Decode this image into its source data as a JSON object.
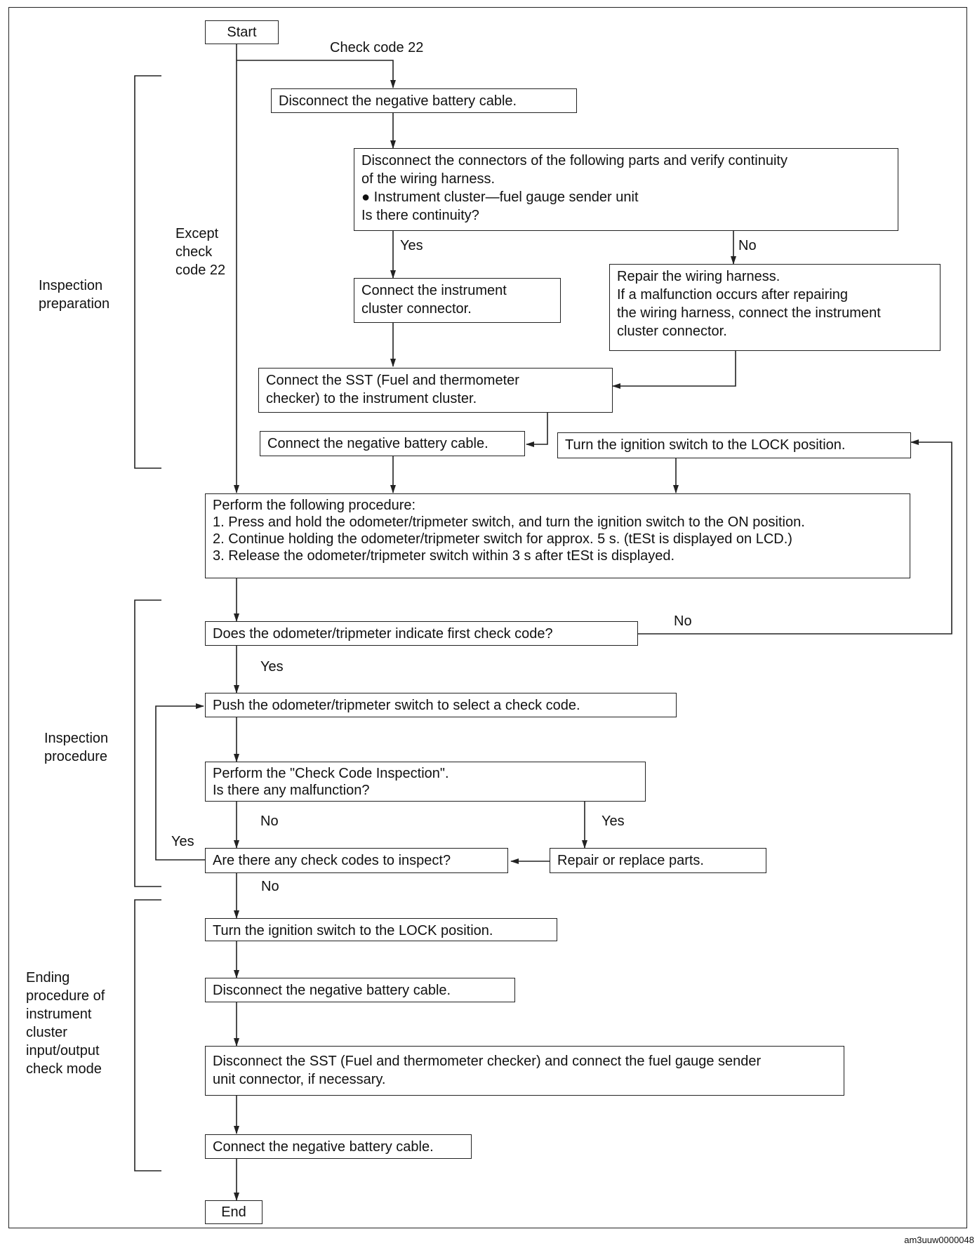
{
  "nodes": {
    "start": "Start",
    "check_code_22": "Check code 22",
    "disconnect_neg_1": "Disconnect the negative battery cable.",
    "continuity_check": [
      "Disconnect the connectors of the following parts and verify continuity",
      "of the wiring harness.",
      "● Instrument cluster—fuel gauge sender unit",
      "Is there continuity?"
    ],
    "connect_cluster": [
      "Connect the instrument",
      "cluster connector."
    ],
    "repair_harness": [
      "Repair the wiring harness.",
      "If a malfunction occurs after repairing",
      "the wiring harness, connect the instrument",
      "cluster connector."
    ],
    "connect_sst": [
      "Connect the SST (Fuel and thermometer",
      "checker) to the instrument cluster."
    ],
    "connect_neg_1": "Connect the negative battery cable.",
    "turn_lock_1": "Turn the ignition switch to the LOCK position.",
    "procedure": [
      "Perform the following procedure:",
      "1. Press and hold the odometer/tripmeter switch, and turn the ignition switch to the ON position.",
      "2. Continue holding the odometer/tripmeter switch for approx. 5 s. (tESt is displayed on LCD.)",
      "3. Release the odometer/tripmeter switch within 3 s after tESt is displayed."
    ],
    "first_code": "Does the odometer/tripmeter indicate first check code?",
    "push_select": "Push the odometer/tripmeter switch to select a check code.",
    "perform_inspection": [
      "Perform the \"Check Code Inspection\".",
      "Is there any malfunction?"
    ],
    "any_codes": "Are there any check codes to inspect?",
    "repair_replace": "Repair or replace parts.",
    "turn_lock_2": "Turn the ignition switch to the LOCK position.",
    "disconnect_neg_2": "Disconnect the negative battery cable.",
    "disconnect_sst": [
      "Disconnect the SST (Fuel and thermometer checker) and connect the fuel gauge sender",
      "unit connector, if necessary."
    ],
    "connect_neg_2": "Connect the negative battery cable.",
    "end": "End"
  },
  "labels": {
    "except_code_22": [
      "Except",
      "check",
      "code 22"
    ],
    "yes": "Yes",
    "no": "No"
  },
  "sections": {
    "preparation": [
      "Inspection",
      "preparation"
    ],
    "procedure": [
      "Inspection",
      "procedure"
    ],
    "ending": [
      "Ending",
      "procedure of",
      "instrument",
      "cluster",
      "input/output",
      "check mode"
    ]
  },
  "figure_id": "am3uuw0000048"
}
